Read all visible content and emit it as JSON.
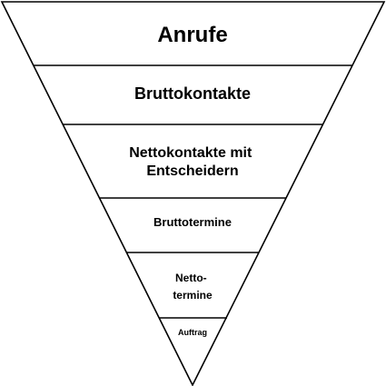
{
  "funnel": {
    "stages": [
      {
        "lines": [
          "Anrufe"
        ]
      },
      {
        "lines": [
          "Bruttokontakte"
        ]
      },
      {
        "lines": [
          "Nettokontakte mit",
          "Entscheidern"
        ]
      },
      {
        "lines": [
          "Bruttotermine"
        ]
      },
      {
        "lines": [
          "Netto-",
          "termine"
        ]
      },
      {
        "lines": [
          "Auftrag"
        ]
      }
    ]
  }
}
